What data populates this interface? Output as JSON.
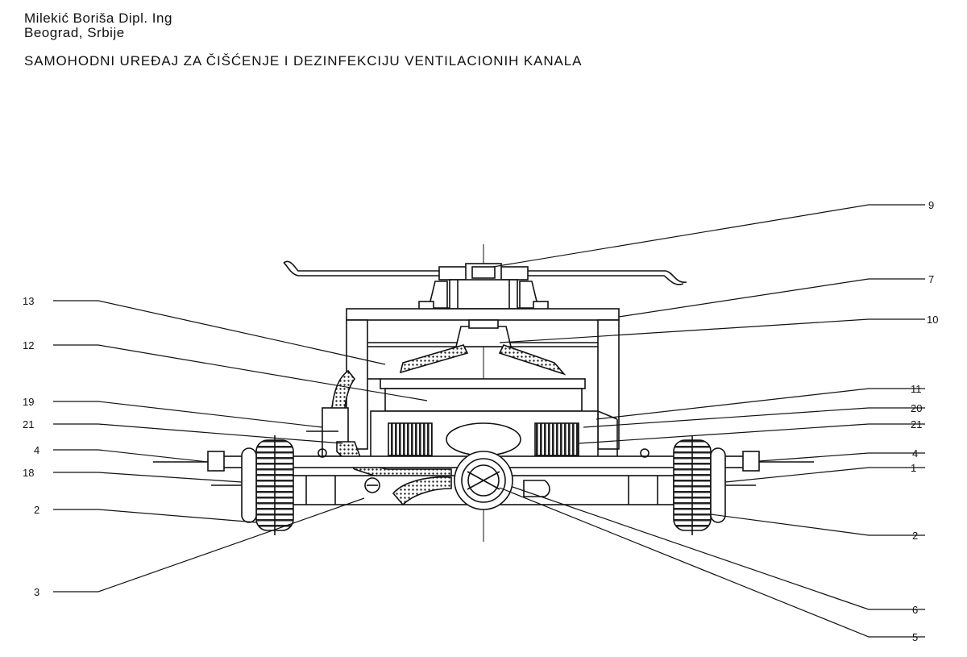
{
  "header": {
    "author": "Milekić Boriša Dipl. Ing",
    "location": "Beograd, Srbije",
    "title": "SAMOHODNI UREĐAJ ZA ČIŠĆENJE I DEZINFEKCIJU VENTILACIONIH KANALA"
  },
  "callouts": [
    {
      "id": "c13",
      "label": "13"
    },
    {
      "id": "c12",
      "label": "12"
    },
    {
      "id": "c19",
      "label": "19"
    },
    {
      "id": "c21l",
      "label": "21"
    },
    {
      "id": "c4l",
      "label": "4"
    },
    {
      "id": "c18",
      "label": "18"
    },
    {
      "id": "c2l",
      "label": "2"
    },
    {
      "id": "c3",
      "label": "3"
    },
    {
      "id": "c9",
      "label": "9"
    },
    {
      "id": "c7",
      "label": "7"
    },
    {
      "id": "c10",
      "label": "10"
    },
    {
      "id": "c11",
      "label": "11"
    },
    {
      "id": "c20",
      "label": "20"
    },
    {
      "id": "c21r",
      "label": "21"
    },
    {
      "id": "c4r",
      "label": "4"
    },
    {
      "id": "c1",
      "label": "1"
    },
    {
      "id": "c2r",
      "label": "2"
    },
    {
      "id": "c6",
      "label": "6"
    },
    {
      "id": "c5",
      "label": "5"
    }
  ]
}
